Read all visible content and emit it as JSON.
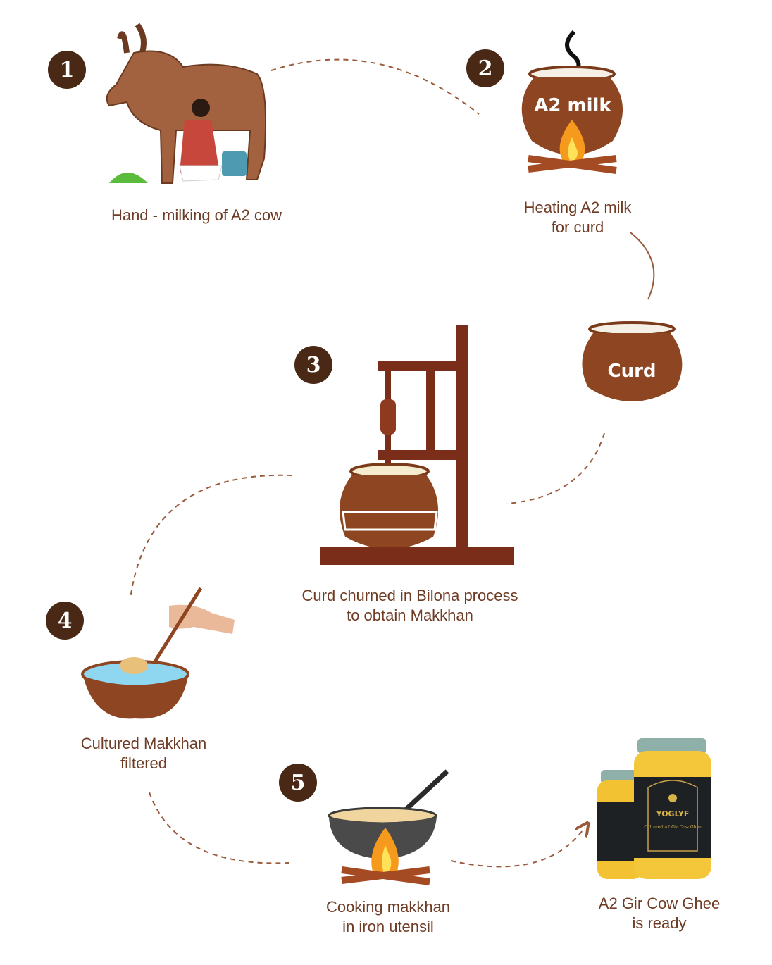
{
  "steps": [
    {
      "number": "1",
      "caption_line1": "Hand - milking of A2 cow"
    },
    {
      "number": "2",
      "caption_line1": "Heating A2 milk",
      "caption_line2": "for curd",
      "pot_label": "A2 milk"
    },
    {
      "curd_label": "Curd"
    },
    {
      "number": "3",
      "caption_line1": "Curd churned in Bilona process",
      "caption_line2": "to obtain Makkhan"
    },
    {
      "number": "4",
      "caption_line1": "Cultured Makkhan",
      "caption_line2": "filtered"
    },
    {
      "number": "5",
      "caption_line1": "Cooking makkhan",
      "caption_line2": "in iron utensil"
    },
    {
      "caption_line1": "A2 Gir Cow Ghee",
      "caption_line2": "is ready",
      "brand": "YOGLYF",
      "product_label": "Cultured A2 Gir Cow Ghee"
    }
  ],
  "colors": {
    "badge": "#4a2816",
    "caption": "#6e3b24",
    "dash": "#9a5a3c",
    "pot": "#8e4521"
  }
}
